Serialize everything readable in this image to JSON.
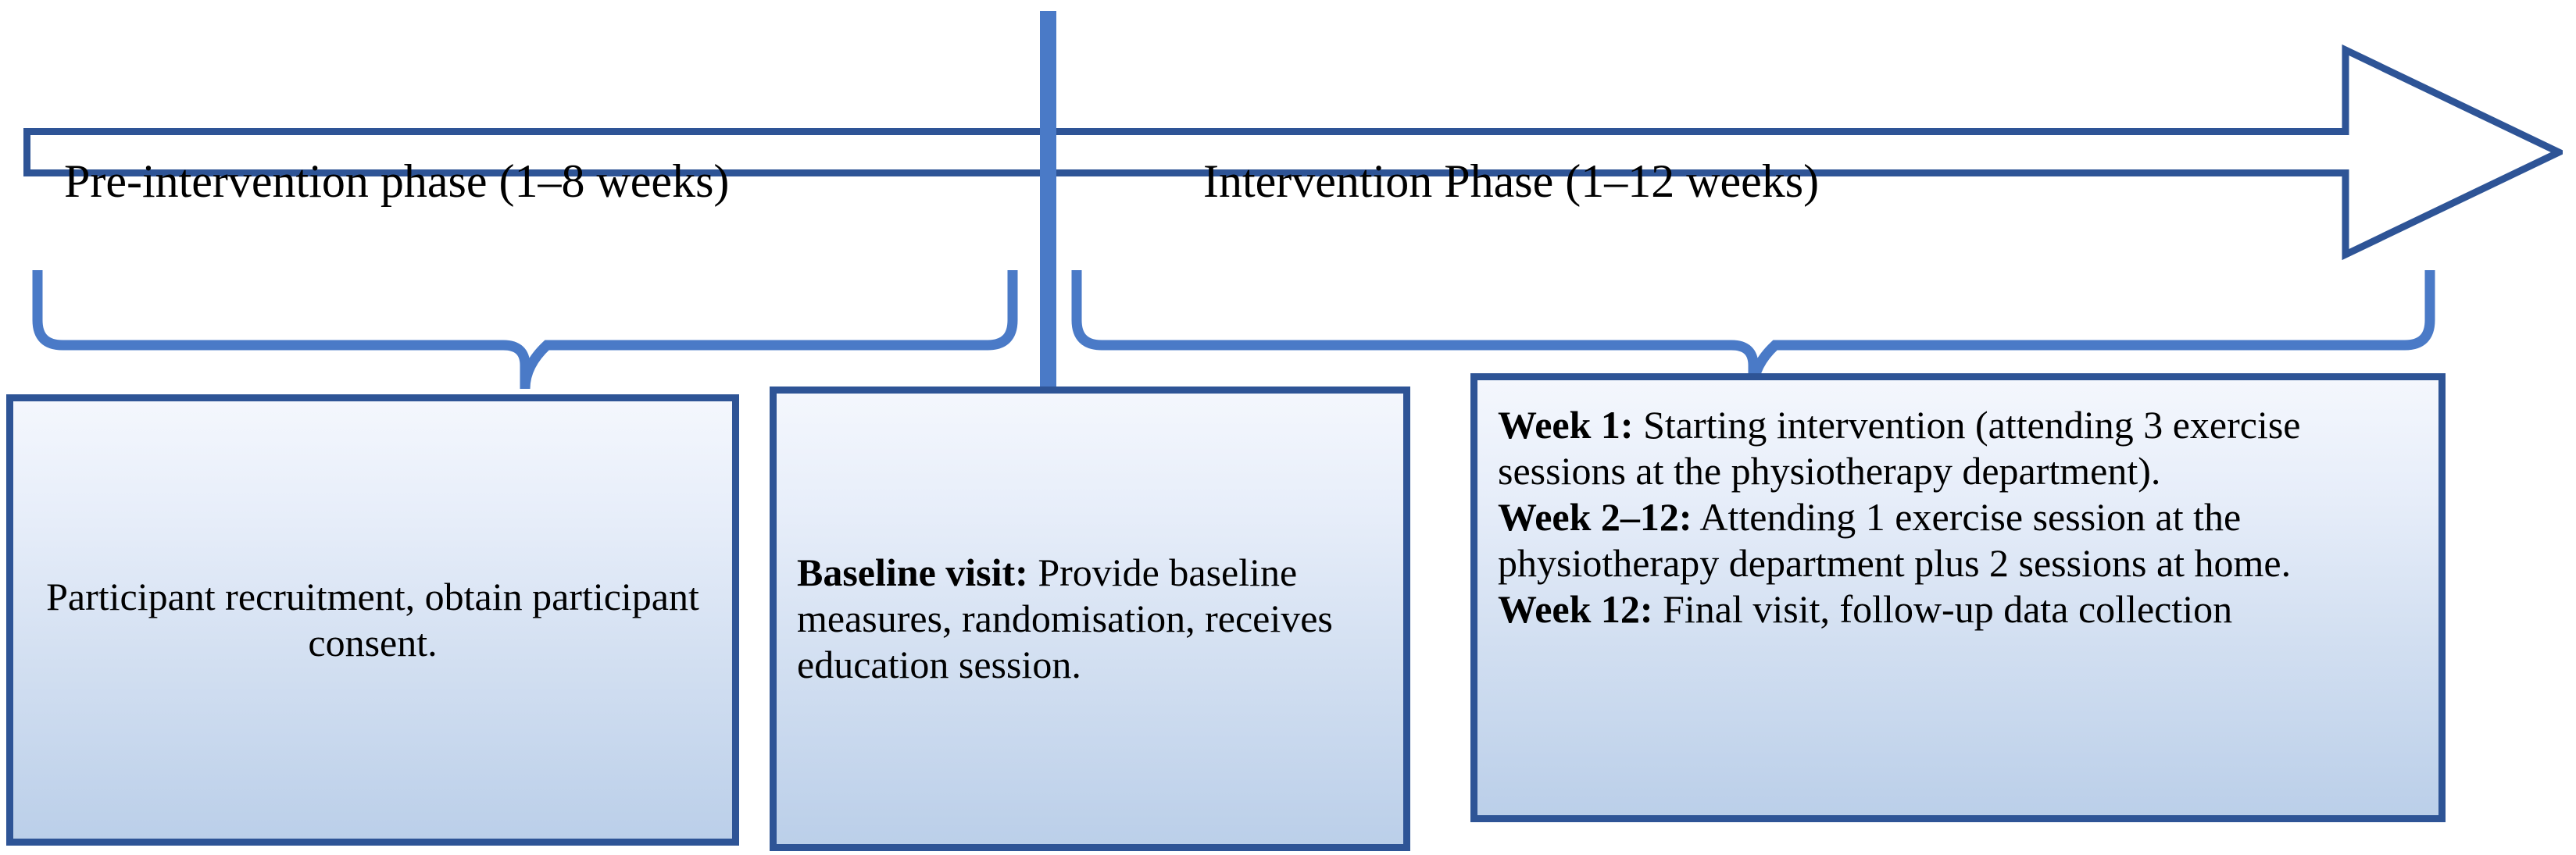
{
  "figure": {
    "type": "study-timeline-flowchart",
    "colors": {
      "banner_outline": "#2e5496",
      "divider_line": "#4a7ac7",
      "brace": "#4a7ac7",
      "box_border": "#2e5496",
      "box_gradient_top": "#f4f7fd",
      "box_gradient_bottom": "#bbcfe9",
      "text": "#000000",
      "background": "#ffffff"
    }
  },
  "timeline": {
    "phases": [
      {
        "id": "pre-intervention",
        "label": "Pre-intervention phase (1–8 weeks)"
      },
      {
        "id": "intervention",
        "label": "Intervention Phase (1–12 weeks)"
      }
    ]
  },
  "boxes": [
    {
      "id": "recruitment",
      "lines": [
        {
          "bold": "",
          "text": "Participant recruitment, obtain participant consent."
        }
      ]
    },
    {
      "id": "baseline-visit",
      "lines": [
        {
          "bold": "Baseline visit:",
          "text": " Provide baseline measures, randomisation, receives education session."
        }
      ]
    },
    {
      "id": "intervention-schedule",
      "lines": [
        {
          "bold": "Week 1:",
          "text": " Starting intervention (attending 3 exercise sessions at the physiotherapy department)."
        },
        {
          "bold": "Week 2–12:",
          "text": " Attending 1 exercise session at the physiotherapy department plus 2 sessions at home."
        },
        {
          "bold": "Week 12:",
          "text": " Final visit, follow-up data collection"
        }
      ]
    }
  ]
}
